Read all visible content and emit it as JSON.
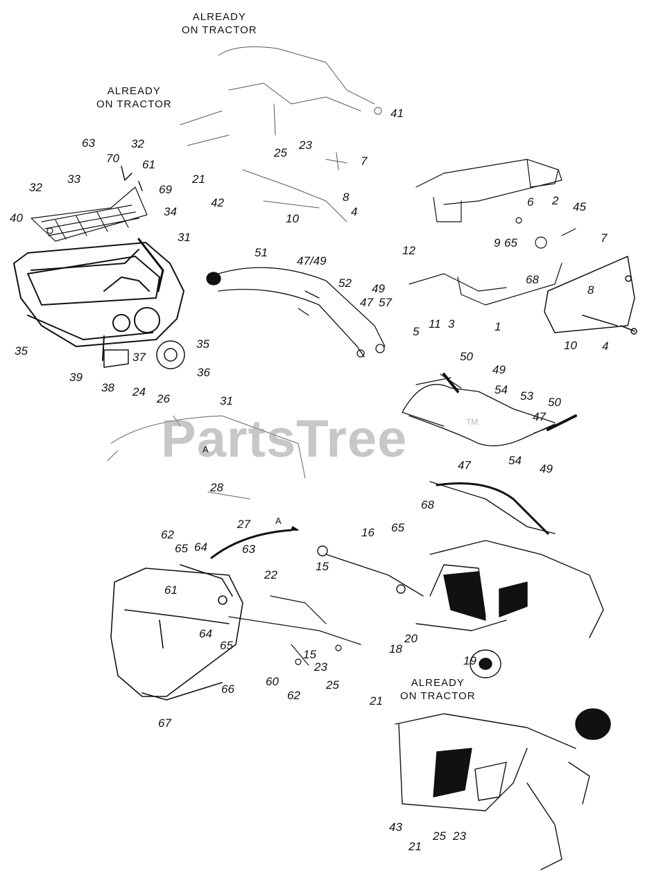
{
  "notes": {
    "top": "ALREADY\nON TRACTOR",
    "upper_left": "ALREADY\nON TRACTOR",
    "lower_right": "ALREADY\nON TRACTOR"
  },
  "watermark": {
    "text": "PartsTree",
    "tm": "TM"
  },
  "refs": {
    "a1": "A",
    "a2": "A"
  },
  "callouts": [
    "41",
    "25",
    "23",
    "7",
    "21",
    "42",
    "8",
    "4",
    "10",
    "63",
    "32",
    "70",
    "61",
    "33",
    "32",
    "69",
    "34",
    "40",
    "31",
    "35",
    "35",
    "37",
    "36",
    "39",
    "38",
    "6",
    "2",
    "45",
    "9",
    "65",
    "7",
    "12",
    "68",
    "8",
    "11",
    "3",
    "1",
    "5",
    "10",
    "4",
    "51",
    "47/49",
    "52",
    "49",
    "47",
    "57",
    "50",
    "49",
    "54",
    "53",
    "50",
    "47",
    "47",
    "54",
    "49",
    "24",
    "26",
    "31",
    "28",
    "27",
    "62",
    "65",
    "64",
    "63",
    "16",
    "65",
    "68",
    "22",
    "15",
    "61",
    "64",
    "65",
    "15",
    "23",
    "25",
    "60",
    "62",
    "66",
    "67",
    "20",
    "18",
    "19",
    "21",
    "43",
    "21",
    "25",
    "23"
  ]
}
